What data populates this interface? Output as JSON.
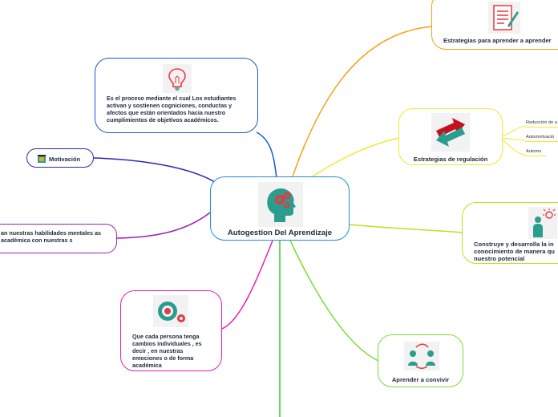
{
  "central": {
    "title": "Autogestion Del Aprendizaje",
    "icon": "head-gears-icon"
  },
  "definition": {
    "text": "Es el proceso mediante el cual Los estudiantes activan y sostienen cogniciones, conductas y afectos que están orientados hacia nuestro cumplimientos de objetivos académicos.",
    "icon": "lightbulb-icon"
  },
  "motivation": {
    "label": "Motivación",
    "icon": "book-icon"
  },
  "skills": {
    "text": "an nuestras habilidades mentales as académica con nuestras s"
  },
  "change": {
    "text": "Que cada persona tenga cambios individuales , es decir , en nuestras emociones o de forma académica",
    "icon": "gear-icon"
  },
  "strategies_learn": {
    "label": "Estrategias  para aprender a aprender",
    "icon": "document-pen-icon"
  },
  "strategies_reg": {
    "label": "Estrategias de regulación",
    "icon": "arrows-icon",
    "children": [
      "Reducción de a",
      "Automotivació",
      "Automo"
    ]
  },
  "build": {
    "text": "Construye y desarrolla la in conocimiento de manera qu nuestro potencial",
    "icon": "person-idea-icon"
  },
  "coexist": {
    "label": "Aprender a convivir",
    "icon": "people-exchange-icon"
  },
  "colors": {
    "center": "#1f8fd6",
    "definition": "#1a55d6",
    "motivation": "#2a2ab0",
    "skills": "#9b1fb8",
    "change": "#e61fb8",
    "learn": "#f7a21a",
    "regulation": "#f3e72e",
    "build": "#b9e31c",
    "coexist": "#7bdc32",
    "down": "#33cc33"
  }
}
